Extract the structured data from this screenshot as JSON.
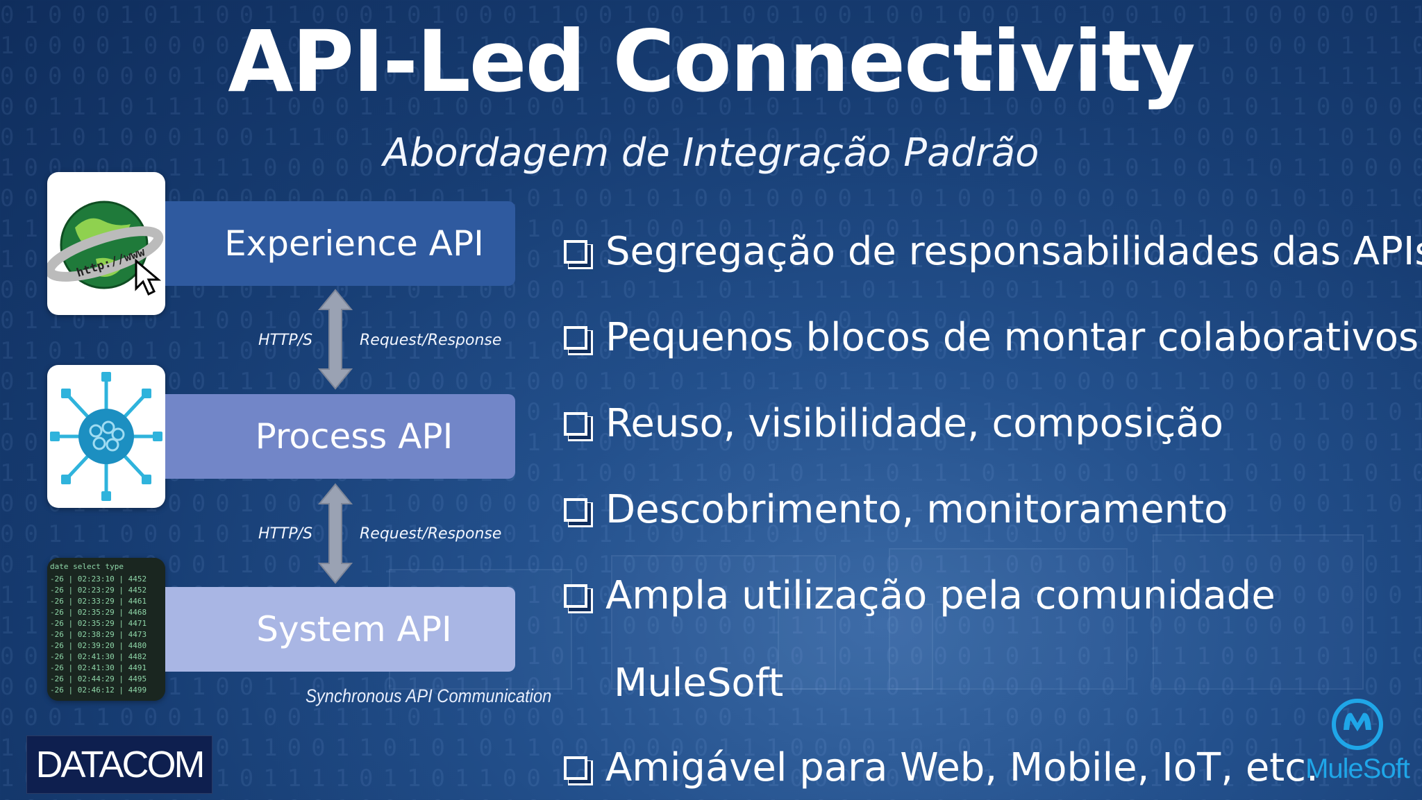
{
  "title": "API-Led Connectivity",
  "subtitle": "Abordagem de Integração Padrão",
  "layers": [
    {
      "label": "Experience API",
      "icon": "globe-www-icon"
    },
    {
      "label": "Process API",
      "icon": "network-hub-icon"
    },
    {
      "label": "System API",
      "icon": "terminal-data-icon"
    }
  ],
  "connectors": [
    {
      "protocol": "HTTP/S",
      "pattern": "Request/Response"
    },
    {
      "protocol": "HTTP/S",
      "pattern": "Request/Response"
    }
  ],
  "caption": "Synchronous API Communication",
  "bullets": [
    "Segregação de responsabilidades das APIs",
    "Pequenos blocos de montar colaborativos",
    "Reuso, visibilidade, composição",
    "Descobrimento, monitoramento",
    "Ampla utilização pela comunidade",
    "Amigável para Web, Mobile, IoT, etc."
  ],
  "bullet_continuation": "MuleSoft",
  "logos": {
    "datacom": "DATACOM",
    "mulesoft": "MuleSoft"
  },
  "colors": {
    "background": "#173d73",
    "experience_bar": "#2f5a9f",
    "process_bar": "#7286c8",
    "system_bar": "#a9b6e4",
    "mulesoft_blue": "#1fa6e8"
  }
}
